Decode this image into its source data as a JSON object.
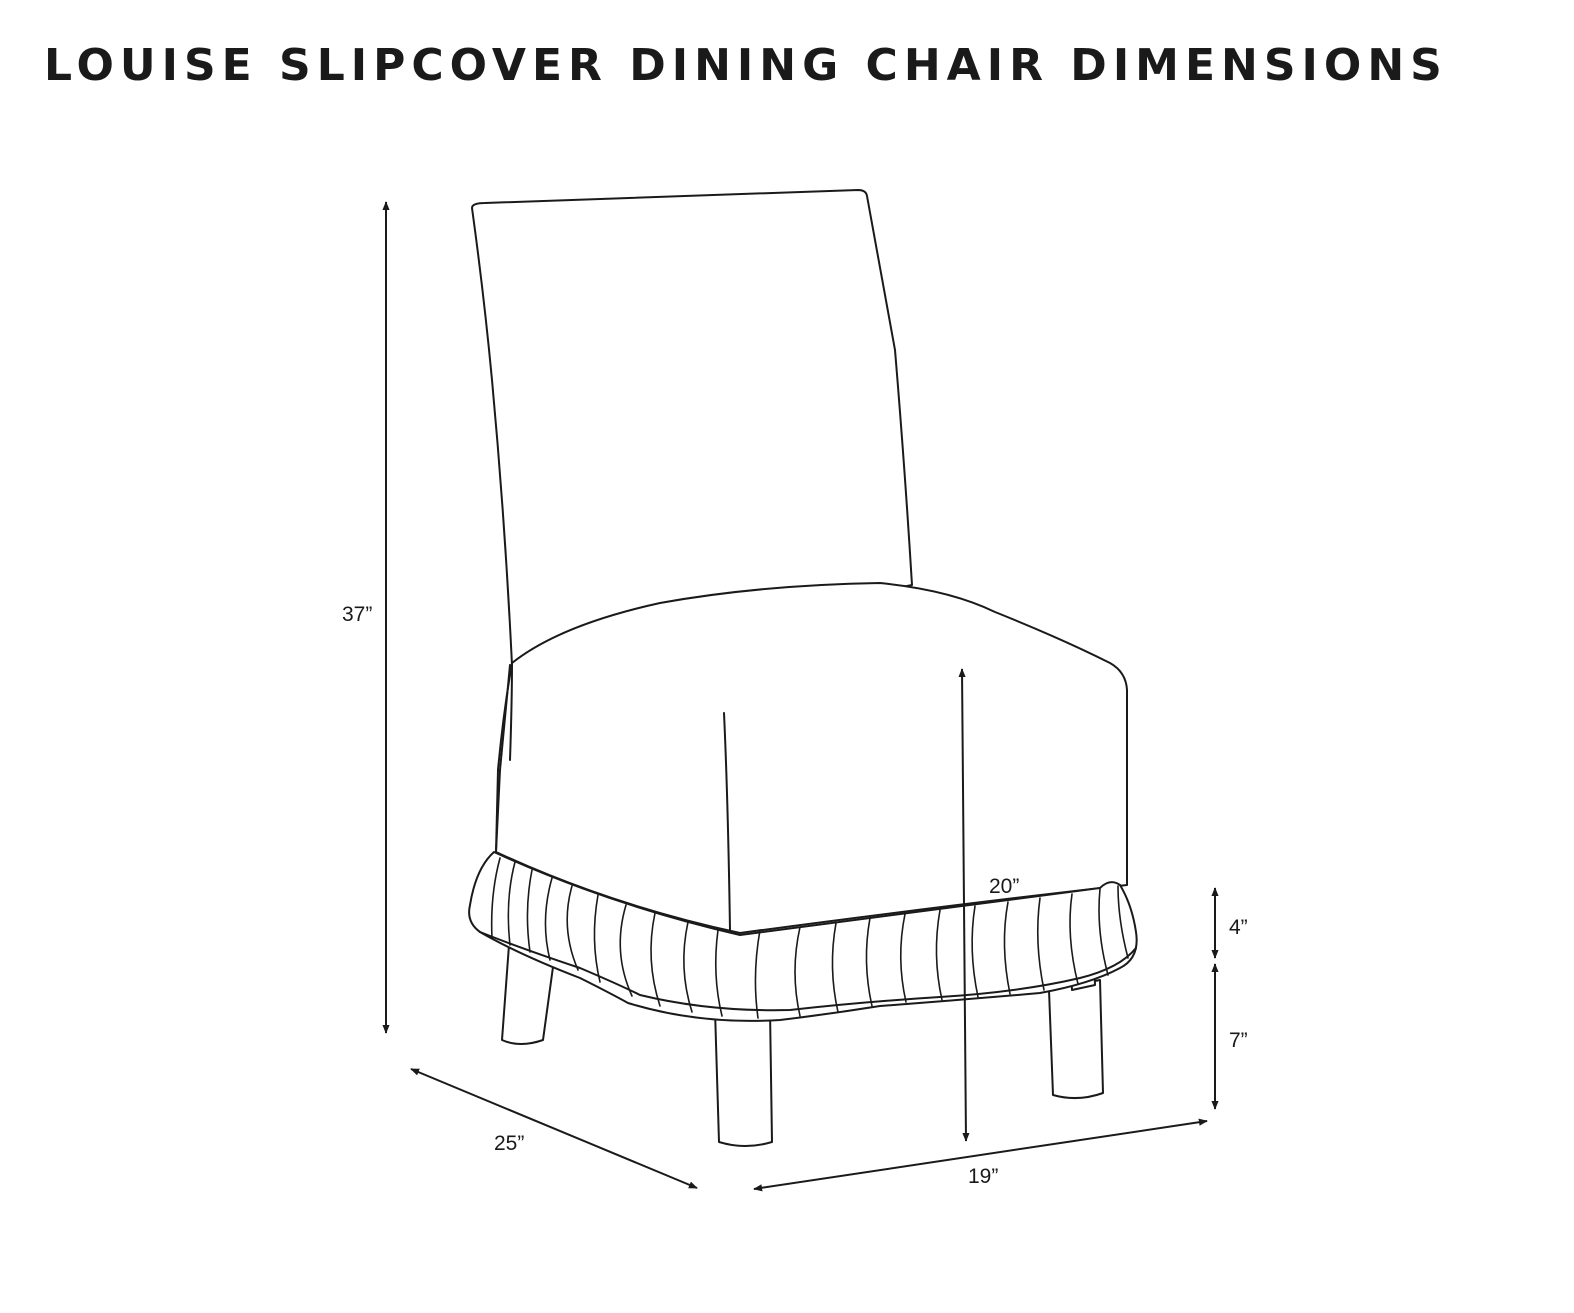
{
  "title": "LOUISE SLIPCOVER DINING CHAIR DIMENSIONS",
  "dimensions": {
    "overall_height": "37”",
    "seat_height": "20”",
    "skirt_height": "4”",
    "leg_height": "7”",
    "depth": "25”",
    "width": "19”"
  },
  "colors": {
    "line": "#1a1a1a",
    "background": "#ffffff"
  }
}
